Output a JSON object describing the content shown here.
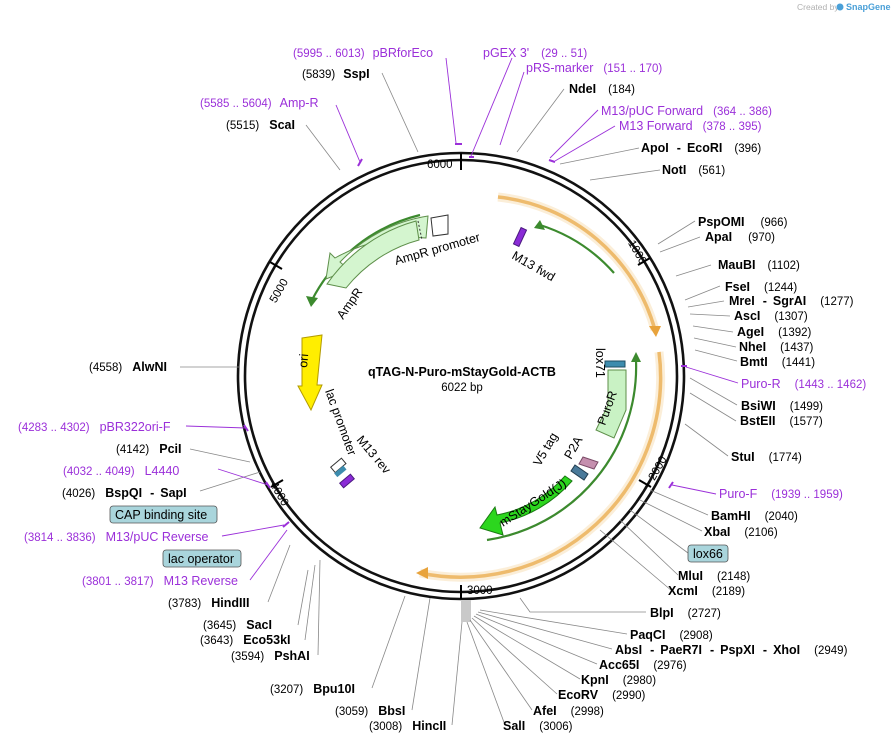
{
  "plasmid": {
    "name": "qTAG-N-Puro-mStayGold-ACTB",
    "size_label": "6022 bp"
  },
  "credit": {
    "prefix": "Created by",
    "brand": "SnapGene"
  },
  "ticks": [
    "1000",
    "2000",
    "3000",
    "4000",
    "5000",
    "6000"
  ],
  "enzymes": {
    "sspi": {
      "name": "SspI",
      "pos": "(5839)"
    },
    "ndei": {
      "name": "NdeI",
      "pos": "(184)"
    },
    "apoi": {
      "name": "ApoI",
      "sep": "-",
      "name2": "EcoRI",
      "pos": "(396)"
    },
    "noti": {
      "name": "NotI",
      "pos": "(561)"
    },
    "pspomi": {
      "name": "PspOMI",
      "pos": "(966)"
    },
    "apai": {
      "name": "ApaI",
      "pos": "(970)"
    },
    "maubi": {
      "name": "MauBI",
      "pos": "(1102)"
    },
    "fsei": {
      "name": "FseI",
      "pos": "(1244)"
    },
    "mrei": {
      "name": "MreI",
      "sep": "-",
      "name2": "SgrAI",
      "pos": "(1277)"
    },
    "asci": {
      "name": "AscI",
      "pos": "(1307)"
    },
    "agei": {
      "name": "AgeI",
      "pos": "(1392)"
    },
    "nhei": {
      "name": "NheI",
      "pos": "(1437)"
    },
    "bmti": {
      "name": "BmtI",
      "pos": "(1441)"
    },
    "bsiwi": {
      "name": "BsiWI",
      "pos": "(1499)"
    },
    "bsteii": {
      "name": "BstEII",
      "pos": "(1577)"
    },
    "stui": {
      "name": "StuI",
      "pos": "(1774)"
    },
    "bamhi": {
      "name": "BamHI",
      "pos": "(2040)"
    },
    "xbai": {
      "name": "XbaI",
      "pos": "(2106)"
    },
    "mlui": {
      "name": "MluI",
      "pos": "(2148)"
    },
    "xcmi": {
      "name": "XcmI",
      "pos": "(2189)"
    },
    "blpi": {
      "name": "BlpI",
      "pos": "(2727)"
    },
    "paqci": {
      "name": "PaqCI",
      "pos": "(2908)"
    },
    "absi": {
      "name": "AbsI",
      "sep": "-",
      "name2": "PaeR7I",
      "sep2": "-",
      "name3": "PspXI",
      "sep3": "-",
      "name4": "XhoI",
      "pos": "(2949)"
    },
    "acc65i": {
      "name": "Acc65I",
      "pos": "(2976)"
    },
    "kpni": {
      "name": "KpnI",
      "pos": "(2980)"
    },
    "ecorv": {
      "name": "EcoRV",
      "pos": "(2990)"
    },
    "afei": {
      "name": "AfeI",
      "pos": "(2998)"
    },
    "sali": {
      "name": "SalI",
      "pos": "(3006)"
    },
    "hincii": {
      "name": "HincII",
      "pos": "(3008)"
    },
    "bbsi": {
      "name": "BbsI",
      "pos": "(3059)"
    },
    "bpu10i": {
      "name": "Bpu10I",
      "pos": "(3207)"
    },
    "pshai": {
      "name": "PshAI",
      "pos": "(3594)"
    },
    "eco53ki": {
      "name": "Eco53kI",
      "pos": "(3643)"
    },
    "saci": {
      "name": "SacI",
      "pos": "(3645)"
    },
    "hindiii": {
      "name": "HindIII",
      "pos": "(3783)"
    },
    "bspqi": {
      "name": "BspQI",
      "sep": "-",
      "name2": "SapI",
      "pos": "(4026)"
    },
    "pcii": {
      "name": "PciI",
      "pos": "(4142)"
    },
    "alwni": {
      "name": "AlwNI",
      "pos": "(4558)"
    },
    "scai": {
      "name": "ScaI",
      "pos": "(5515)"
    }
  },
  "primers": {
    "pbrforeco": {
      "range": "(5995 .. 6013)",
      "name": "pBRforEco"
    },
    "pgex3": {
      "name": "pGEX 3'",
      "range": "(29 .. 51)"
    },
    "prsmarker": {
      "name": "pRS-marker",
      "range": "(151 .. 170)"
    },
    "m13pucfwd": {
      "name": "M13/pUC Forward",
      "range": "(364 .. 386)"
    },
    "m13fwd": {
      "name": "M13 Forward",
      "range": "(378 .. 395)"
    },
    "ampr": {
      "range": "(5585 .. 5604)",
      "name": "Amp-R"
    },
    "puror": {
      "name": "Puro-R",
      "range": "(1443 .. 1462)"
    },
    "purof": {
      "name": "Puro-F",
      "range": "(1939 .. 1959)"
    },
    "pbr322orif": {
      "range": "(4283 .. 4302)",
      "name": "pBR322ori-F"
    },
    "l4440": {
      "range": "(4032 .. 4049)",
      "name": "L4440"
    },
    "m13pucrev": {
      "range": "(3814 .. 3836)",
      "name": "M13/pUC Reverse"
    },
    "m13rev": {
      "range": "(3801 .. 3817)",
      "name": "M13 Reverse"
    }
  },
  "boxed_features": {
    "cap": "CAP binding site",
    "lacop": "lac operator",
    "lox66": "lox66"
  },
  "inner_labels": {
    "amprpromoter": "AmpR promoter",
    "ampr": "AmpR",
    "ori": "ori",
    "lacpromoter": "lac promoter",
    "m13rev": "M13 rev",
    "m13fwd": "M13 fwd",
    "lox71": "lox71",
    "puror": "PuroR",
    "p2a": "P2A",
    "v5tag": "V5 tag",
    "mstaygold": "mStayGold(J)"
  },
  "colors": {
    "backbone": "#111111",
    "ampr": "#d4f5cf",
    "ampr_border": "#5e8f4a",
    "ampr_promoter": "#ffffff",
    "ori": "#ffee00",
    "orf": "#e8a33c",
    "puror": "#c9f2c4",
    "mstaygold": "#2cd61e",
    "primer": "#9b30d9",
    "p2a": "#c58fae",
    "v5": "#4a7a9a",
    "lox": "#3d8cae",
    "box_bg": "#a9d5dc"
  }
}
